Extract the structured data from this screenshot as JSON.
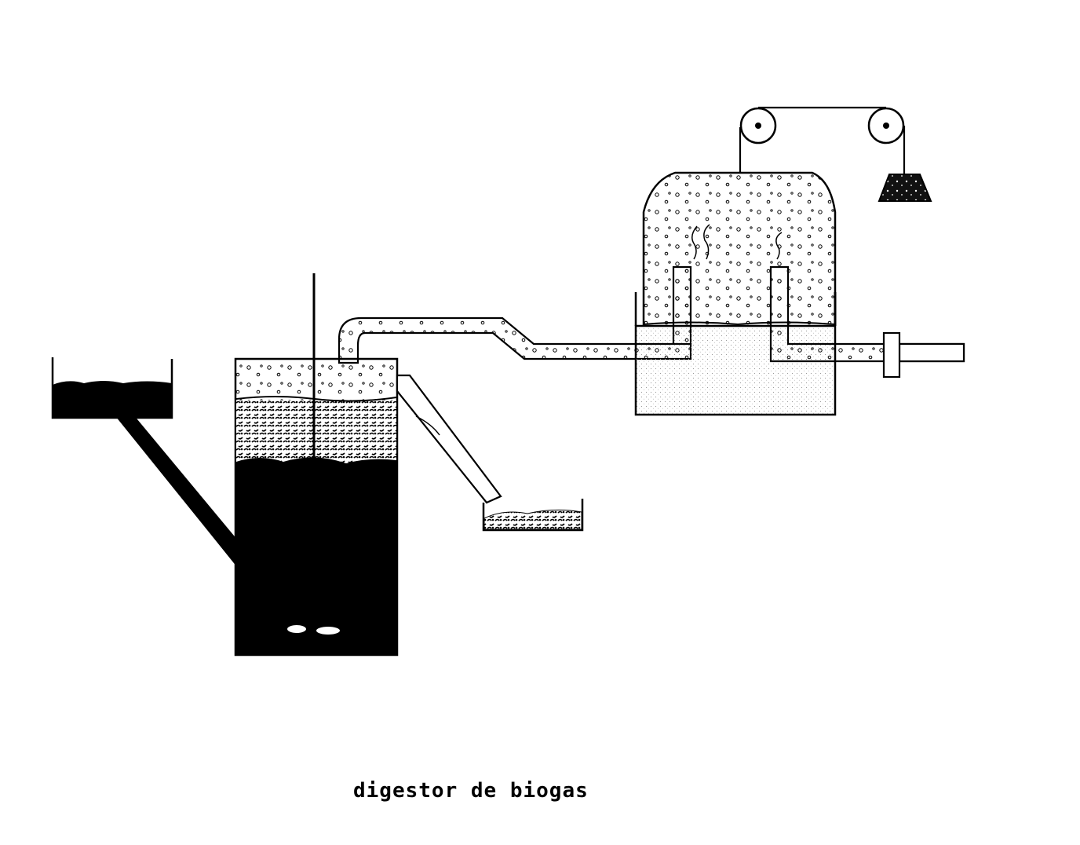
{
  "caption": "digestor de biogas",
  "colors": {
    "ink": "#000000",
    "paper": "#ffffff",
    "liquid_stipple": "#cfcfcf"
  },
  "components": [
    "feed-hopper",
    "inlet-pipe",
    "digester-tank",
    "stirrer-rod",
    "gas-outlet-pipe",
    "overflow-chute",
    "effluent-tray",
    "gas-holder-tank",
    "gas-bell",
    "counterweight-pulleys",
    "counterweight",
    "valve",
    "gas-output-pipe"
  ]
}
